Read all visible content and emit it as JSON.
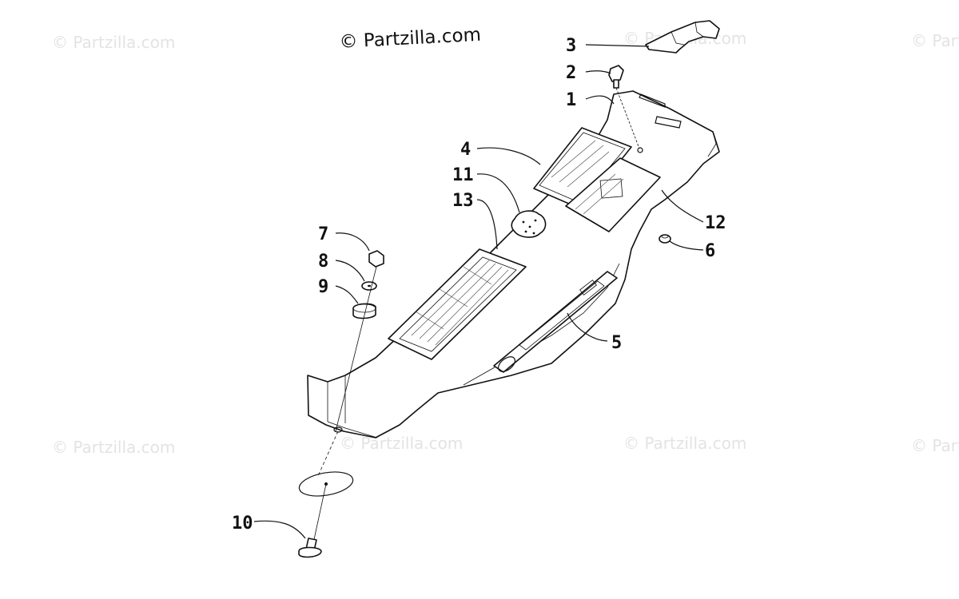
{
  "watermark_text": "© Partzilla.com",
  "copyright_text": "© Partzilla.com",
  "callouts": {
    "c1": "1",
    "c2": "2",
    "c3": "3",
    "c4": "4",
    "c5": "5",
    "c6": "6",
    "c7": "7",
    "c8": "8",
    "c9": "9",
    "c10": "10",
    "c11": "11",
    "c12": "12",
    "c13": "13"
  }
}
